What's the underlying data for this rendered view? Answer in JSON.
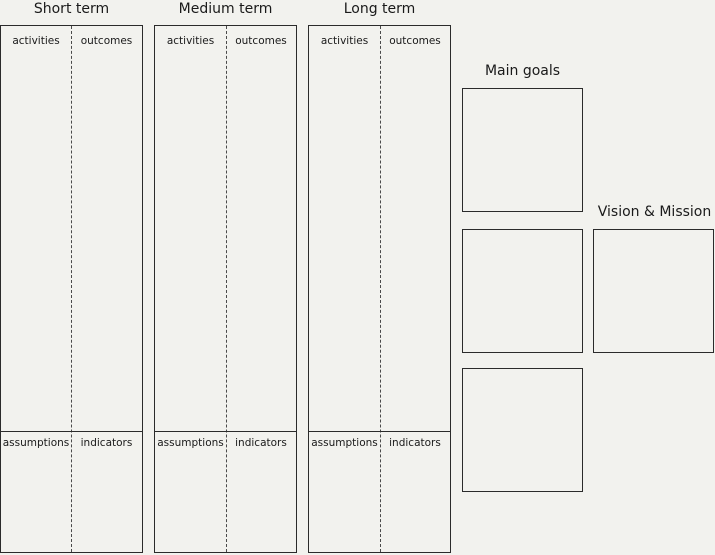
{
  "terms": [
    {
      "title": "Short term",
      "activities": "activities",
      "outcomes": "outcomes",
      "assumptions": "assumptions",
      "indicators": "indicators"
    },
    {
      "title": "Medium term",
      "activities": "activities",
      "outcomes": "outcomes",
      "assumptions": "assumptions",
      "indicators": "indicators"
    },
    {
      "title": "Long term",
      "activities": "activities",
      "outcomes": "outcomes",
      "assumptions": "assumptions",
      "indicators": "indicators"
    }
  ],
  "goals": {
    "title": "Main goals",
    "box_count": 3
  },
  "vision": {
    "title": "Vision & Mission"
  }
}
